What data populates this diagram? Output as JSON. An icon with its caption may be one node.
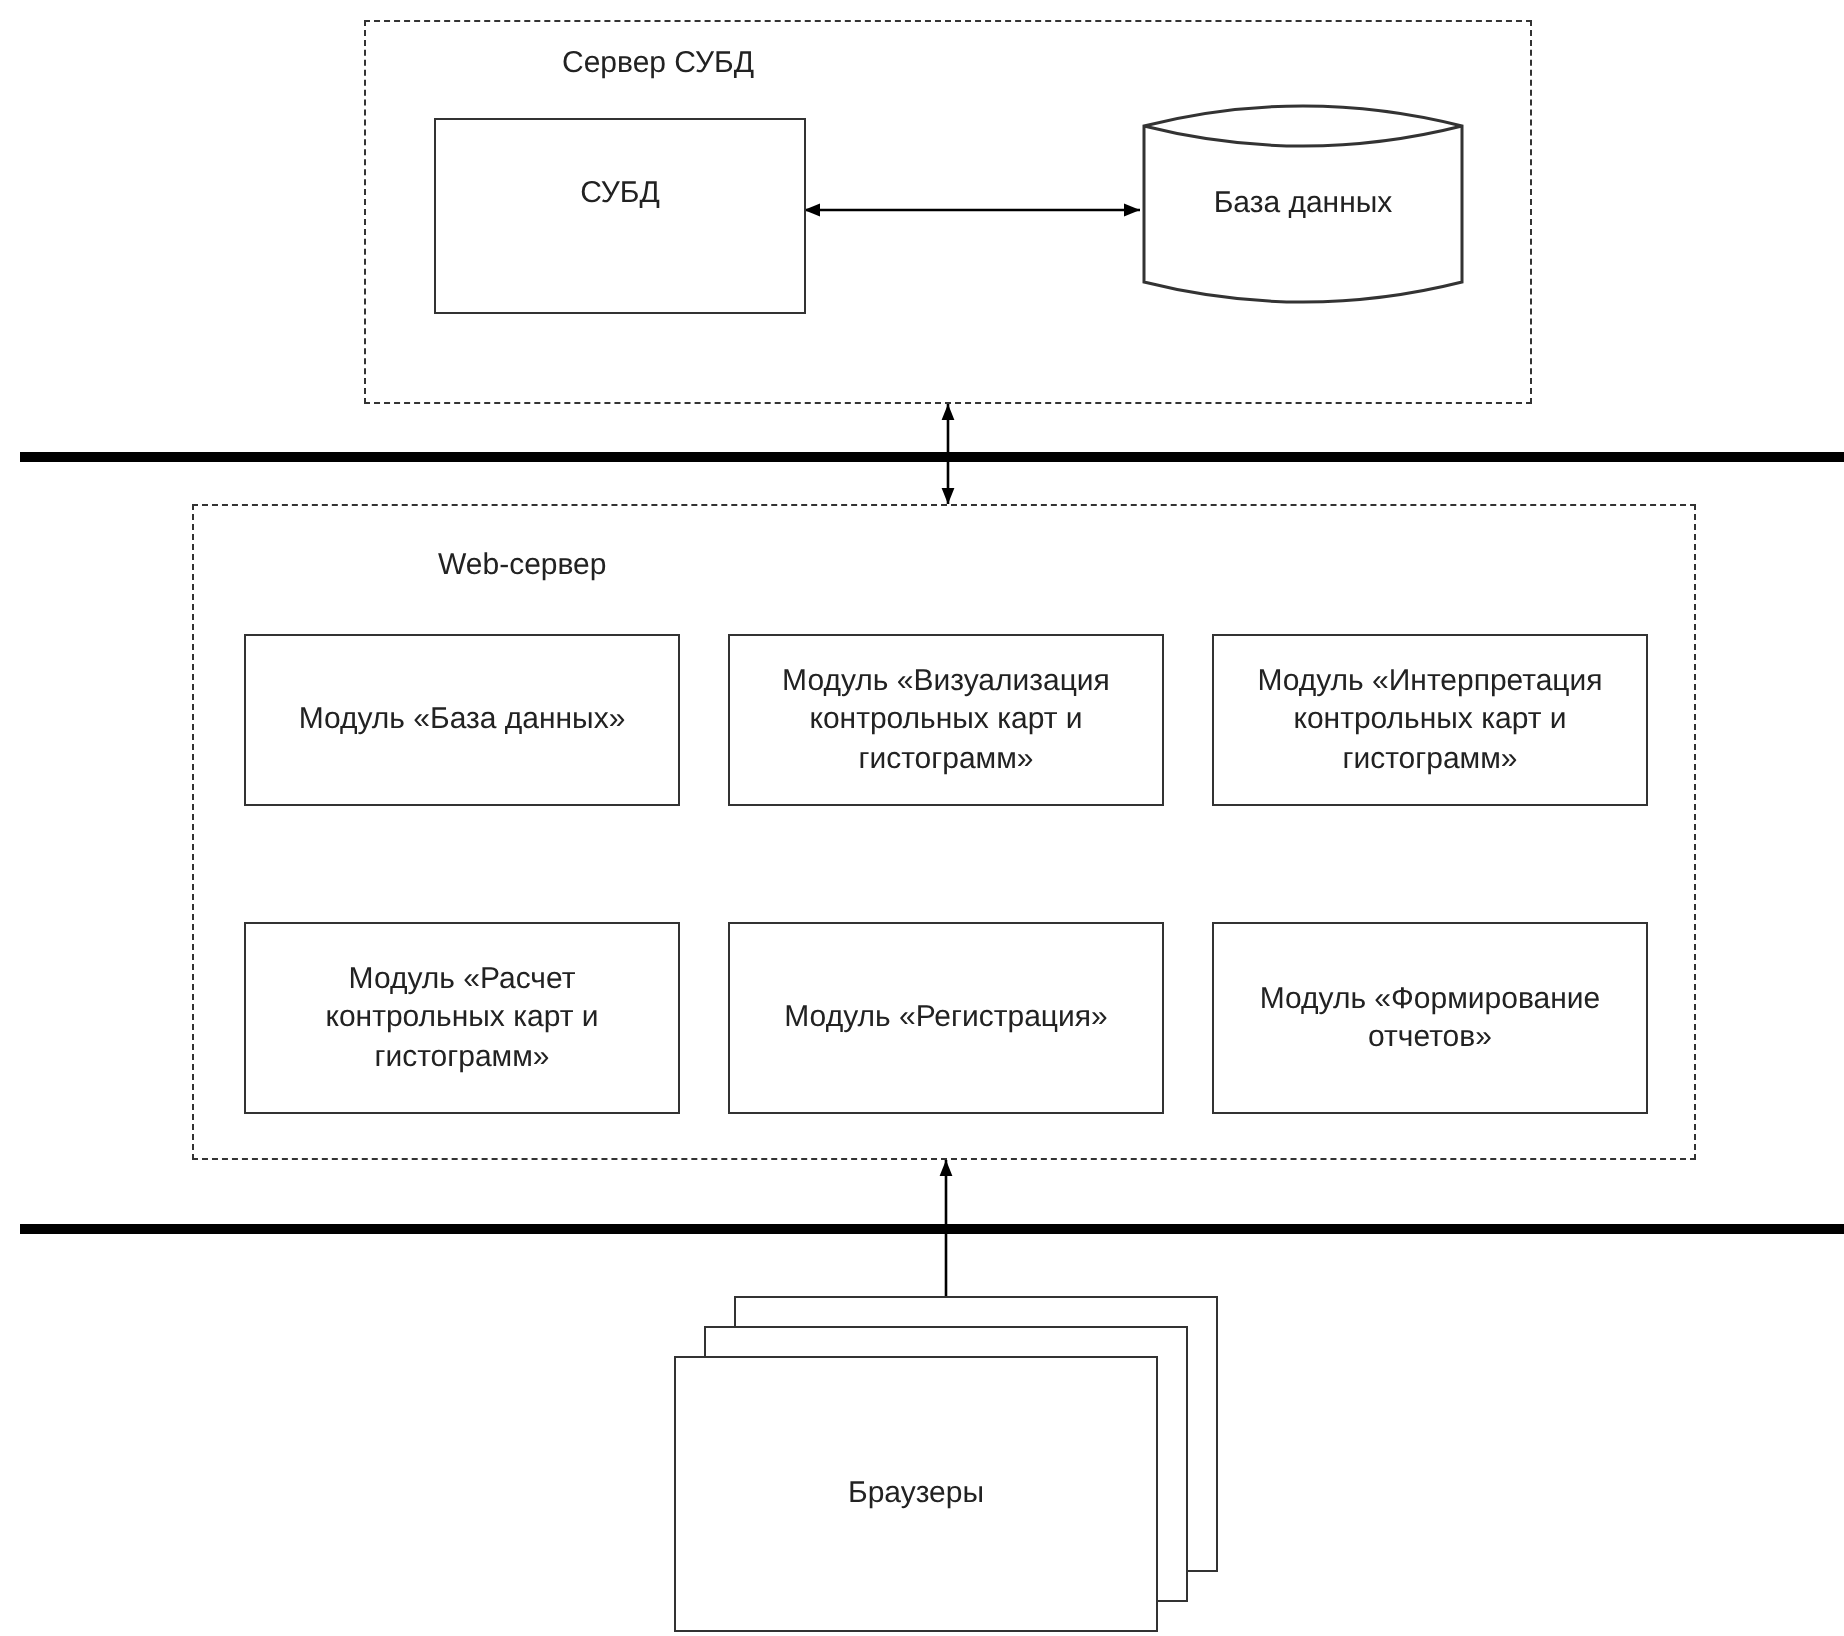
{
  "diagram": {
    "nodes": [
      {
        "text": [
          "Сервер СУБД"
        ]
      },
      {
        "text": [
          "СУБД"
        ],
        "in": 0
      },
      {
        "text": [
          "База данных"
        ],
        "in": 0
      },
      {
        "text": [
          "Web-сервер"
        ]
      },
      {
        "text": [
          "Модуль «База данных»"
        ],
        "in": 3
      },
      {
        "text": [
          "Модуль «Визуализация контрольных карт и гистограмм»"
        ],
        "in": 3
      },
      {
        "text": [
          "Модуль «Интерпретация контрольных карт и гистограмм»"
        ],
        "in": 3
      },
      {
        "text": [
          "Модуль «Расчет контрольных карт и гистограмм»"
        ],
        "in": 3
      },
      {
        "text": [
          "Модуль «Регистрация»"
        ],
        "in": 3
      },
      {
        "text": [
          "Модуль «Формирование отчетов»"
        ],
        "in": 3
      },
      {
        "text": [
          "Браузеры"
        ]
      }
    ],
    "edges": [
      {
        "from": 1,
        "to": 2,
        "arrow": "both"
      },
      {
        "from": 0,
        "to": 3,
        "arrow": "both"
      },
      {
        "from": 10,
        "to": 3,
        "arrow": "to"
      }
    ]
  }
}
